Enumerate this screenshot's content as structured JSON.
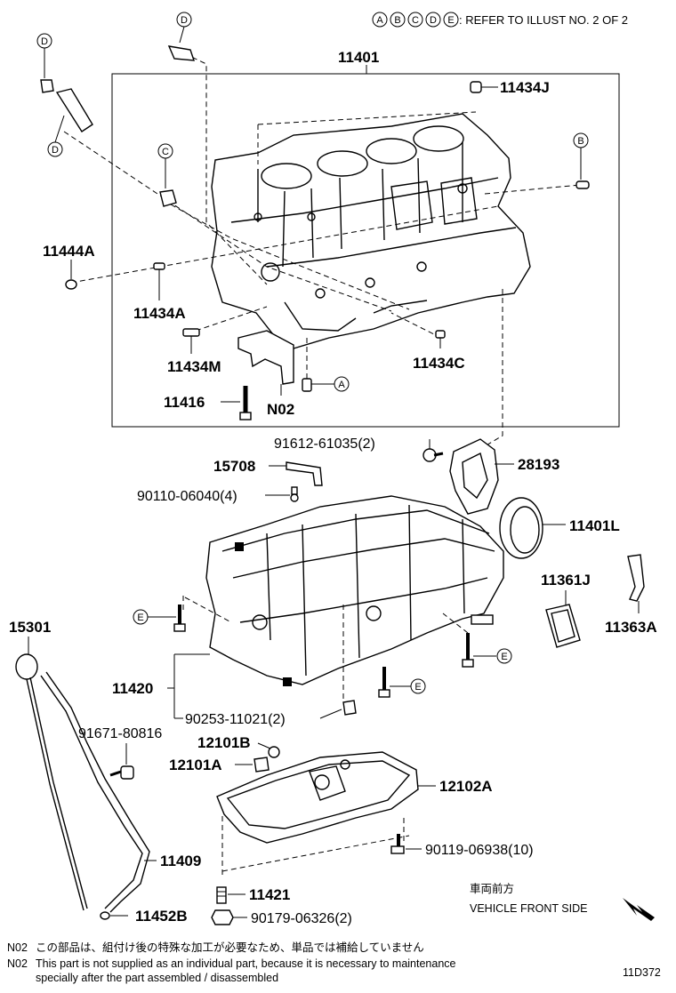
{
  "header": {
    "ref_letters": [
      "A",
      "B",
      "C",
      "D",
      "E"
    ],
    "ref_text": ": REFER TO ILLUST NO. 2 OF 2"
  },
  "parts": {
    "p11401": "11401",
    "p11434J": "11434J",
    "p11444A": "11444A",
    "p11434A": "11434A",
    "p11434M": "11434M",
    "p11434C": "11434C",
    "p11416": "11416",
    "pN02": "N02",
    "p91612": "91612-61035(2)",
    "p15708": "15708",
    "p28193": "28193",
    "p90110": "90110-06040(4)",
    "p11401L": "11401L",
    "p11361J": "11361J",
    "p11363A": "11363A",
    "p15301": "15301",
    "p11420": "11420",
    "p90253": "90253-11021(2)",
    "p91671": "91671-80816",
    "p12101B": "12101B",
    "p12101A": "12101A",
    "p12102A": "12102A",
    "p90119": "90119-06938(10)",
    "p11409": "11409",
    "p11421": "11421",
    "p11452B": "11452B",
    "p90179": "90179-06326(2)"
  },
  "callouts": {
    "d1": "D",
    "d2": "D",
    "d3": "D",
    "c1": "C",
    "b1": "B",
    "a1": "A",
    "e1": "E",
    "e2": "E",
    "e3": "E"
  },
  "vehicle_front": {
    "jp": "車両前方",
    "en": "VEHICLE FRONT SIDE"
  },
  "notes": {
    "n02_label_1": "N02",
    "n02_jp": "この部品は、組付け後の特殊な加工が必要なため、単品では補給していません",
    "n02_label_2": "N02",
    "n02_en_1": "This part is not supplied as an individual part, because it is necessary to maintenance",
    "n02_en_2": "specially after the part assembled / disassembled"
  },
  "illustration_code": "11D372"
}
